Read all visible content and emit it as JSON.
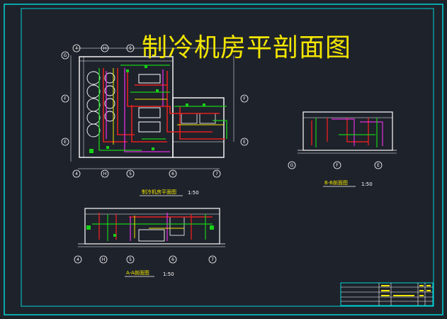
{
  "drawing": {
    "title": "制冷机房平剖面图",
    "plan_caption": "制冷机房平面图",
    "plan_scale": "1:50",
    "section_b_caption": "B-B剖面图",
    "section_b_scale": "1:50",
    "section_a_caption": "A-A剖面图",
    "section_a_scale": "1:50"
  },
  "colors": {
    "background": "#1e222b",
    "border": "#00d4d4",
    "title": "#f2e600",
    "pipe_red": "#e02020",
    "pipe_green": "#18d018",
    "pipe_magenta": "#e030e0",
    "pipe_yellow": "#f2e600"
  },
  "grid_labels": {
    "plan_rows": [
      "G",
      "F",
      "E"
    ],
    "plan_columns": [
      "4",
      "H",
      "5",
      "6",
      "7"
    ],
    "section_b_columns": [
      "G",
      "F",
      "E"
    ],
    "section_a_columns": [
      "4",
      "H",
      "5",
      "6",
      "7"
    ]
  }
}
